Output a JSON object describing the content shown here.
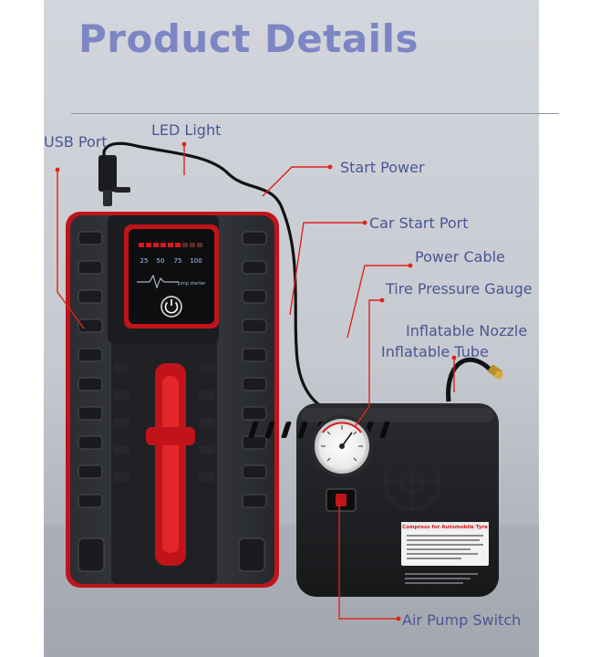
{
  "title": "Product Details",
  "labels": {
    "usb_port": "USB Port",
    "led_light": "LED Light",
    "start_power": "Start Power",
    "car_start_port": "Car Start Port",
    "power_cable": "Power Cable",
    "tire_pressure_gauge": "Tire Pressure Gauge",
    "inflatable_nozzle": "Inflatable  Nozzle",
    "inflatable_tube": "Inflatable Tube",
    "air_pump_switch": "Air Pump Switch"
  },
  "display": {
    "levels": [
      "25",
      "50",
      "75",
      "100"
    ],
    "caption": "jump starter"
  },
  "pump_sticker": {
    "title": "Compress for Automobile Tyre"
  },
  "colors": {
    "title": "#7d86c4",
    "label": "#4a5692",
    "leader": "#e0241b",
    "accent": "#d8191b"
  }
}
